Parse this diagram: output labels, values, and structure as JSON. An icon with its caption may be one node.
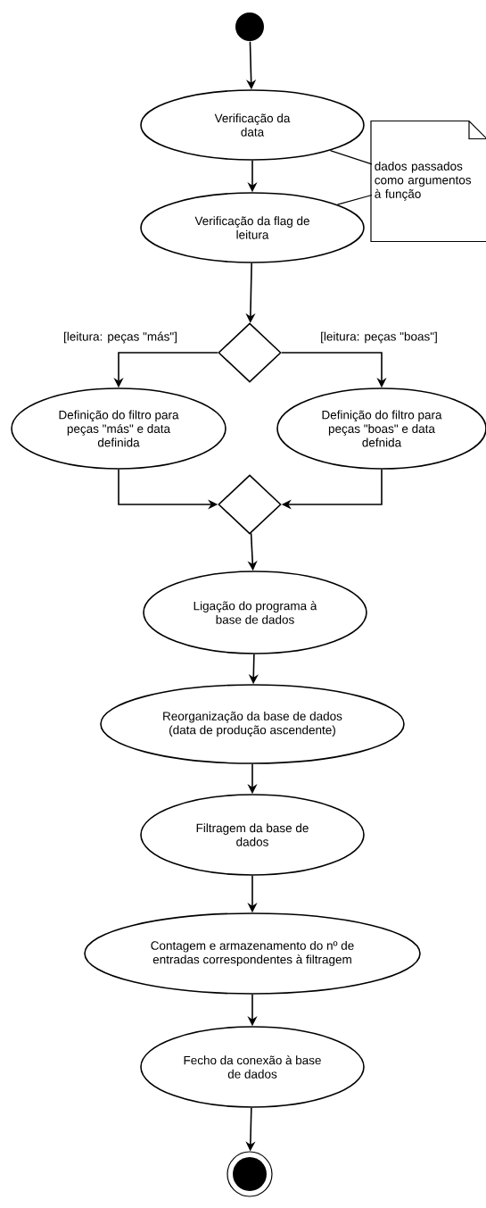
{
  "diagram": {
    "nodes": [
      {
        "text": [],
        "shape": "circle"
      },
      {
        "text": [
          "Verificação da data"
        ]
      },
      {
        "text": [
          "dados passados como argumentos à função"
        ]
      },
      {
        "text": [
          "Verificação da flag de leitura"
        ]
      },
      {
        "text": [],
        "shape": "diamond"
      },
      {
        "text": [
          "Definição do filtro para peças \"más\" e data definida"
        ]
      },
      {
        "text": [
          "Definição do filtro para peças \"boas\" e data defnida"
        ]
      },
      {
        "text": [],
        "shape": "diamond"
      },
      {
        "text": [
          "Ligação do programa à base de dados"
        ]
      },
      {
        "text": [
          "Reorganização da base de dados (data de produção ascendente)"
        ]
      },
      {
        "text": [
          "Filtragem da base de dados"
        ]
      },
      {
        "text": [
          "Contagem e armazenamento do nº de entradas correspondentes à filtragem"
        ]
      },
      {
        "text": [
          "Fecho da conexão à base de dados"
        ]
      },
      {
        "text": [],
        "shape": "circle"
      }
    ],
    "edges": [
      {
        "from": 0,
        "to": 1,
        "arrow": "to"
      },
      {
        "from": 1,
        "to": 3,
        "arrow": "to"
      },
      {
        "from": 3,
        "to": 4,
        "arrow": "to"
      },
      {
        "from": 4,
        "to": 5,
        "arrow": "to",
        "label": "[leitura: peças \"más\"]"
      },
      {
        "from": 4,
        "to": 6,
        "arrow": "to",
        "label": "[leitura: peças \"boas\"]"
      },
      {
        "from": 5,
        "to": 7,
        "arrow": "to"
      },
      {
        "from": 6,
        "to": 7,
        "arrow": "to"
      },
      {
        "from": 7,
        "to": 8,
        "arrow": "to"
      },
      {
        "from": 8,
        "to": 9,
        "arrow": "to"
      },
      {
        "from": 9,
        "to": 10,
        "arrow": "to"
      },
      {
        "from": 10,
        "to": 11,
        "arrow": "to"
      },
      {
        "from": 11,
        "to": 12,
        "arrow": "to"
      },
      {
        "from": 12,
        "to": 13,
        "arrow": "to"
      },
      {
        "from": 2,
        "to": 1,
        "arrow": "none"
      },
      {
        "from": 2,
        "to": 3,
        "arrow": "none"
      }
    ]
  }
}
